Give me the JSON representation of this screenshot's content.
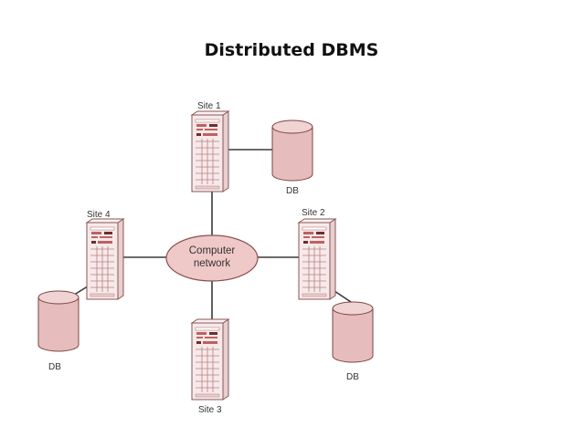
{
  "title": "Distributed DBMS",
  "network": {
    "label_line1": "Computer",
    "label_line2": "network"
  },
  "sites": [
    {
      "label": "Site 1",
      "db_label": "DB"
    },
    {
      "label": "Site 2",
      "db_label": "DB"
    },
    {
      "label": "Site 3"
    },
    {
      "label": "Site 4",
      "db_label": "DB"
    }
  ],
  "colors": {
    "server": "#f7e9e9",
    "database": "#e7bcbc",
    "network": "#efc9c7",
    "line": "#3a3a3a"
  }
}
